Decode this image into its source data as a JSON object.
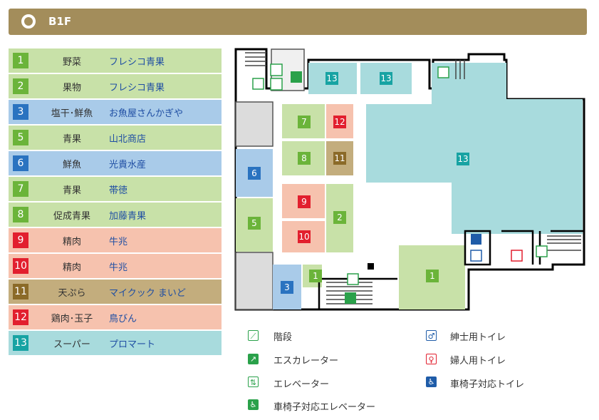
{
  "header": {
    "floor": "B1F"
  },
  "colors": {
    "green_badge": "#6bb43a",
    "green_bg": "#c8e1a8",
    "blue_badge": "#2a73c0",
    "blue_bg": "#a9cbe9",
    "red_badge": "#e21f2e",
    "red_bg": "#f6c2ae",
    "brown_badge": "#8b6a28",
    "brown_bg": "#c3ad7d",
    "teal_badge": "#17a3a3",
    "teal_bg": "#a8dbdd",
    "header_bg": "#a38d5b"
  },
  "tenants": [
    {
      "num": "1",
      "category": "野菜",
      "shop": "フレシコ青果",
      "color": "green"
    },
    {
      "num": "2",
      "category": "果物",
      "shop": "フレシコ青果",
      "color": "green"
    },
    {
      "num": "3",
      "category": "塩干･鮮魚",
      "shop": "お魚屋さんかぎや",
      "color": "blue"
    },
    {
      "num": "5",
      "category": "青果",
      "shop": "山北商店",
      "color": "green"
    },
    {
      "num": "6",
      "category": "鮮魚",
      "shop": "光貴水産",
      "color": "blue"
    },
    {
      "num": "7",
      "category": "青果",
      "shop": "帯徳",
      "color": "green"
    },
    {
      "num": "8",
      "category": "促成青果",
      "shop": "加藤青果",
      "color": "green"
    },
    {
      "num": "9",
      "category": "精肉",
      "shop": "牛兆",
      "color": "red"
    },
    {
      "num": "10",
      "category": "精肉",
      "shop": "牛兆",
      "color": "red"
    },
    {
      "num": "11",
      "category": "天ぷら",
      "shop": "マイクック まいど",
      "color": "brown"
    },
    {
      "num": "12",
      "category": "鶏肉･玉子",
      "shop": "鳥びん",
      "color": "red"
    },
    {
      "num": "13",
      "category": "スーパー",
      "shop": "プロマート",
      "color": "teal"
    }
  ],
  "map_labels": {
    "s1a": "1",
    "s1b": "1",
    "s2": "2",
    "s3": "3",
    "s5": "5",
    "s6": "6",
    "s7": "7",
    "s8": "8",
    "s9": "9",
    "s10": "10",
    "s11": "11",
    "s12": "12",
    "s13a": "13",
    "s13b": "13",
    "s13c": "13"
  },
  "symbols": {
    "stairs": "階段",
    "escalator": "エスカレーター",
    "elevator": "エレベーター",
    "accessible_elevator": "車椅子対応エレベーター",
    "mens_toilet": "紳士用トイレ",
    "womens_toilet": "婦人用トイレ",
    "accessible_toilet": "車椅子対応トイレ"
  }
}
